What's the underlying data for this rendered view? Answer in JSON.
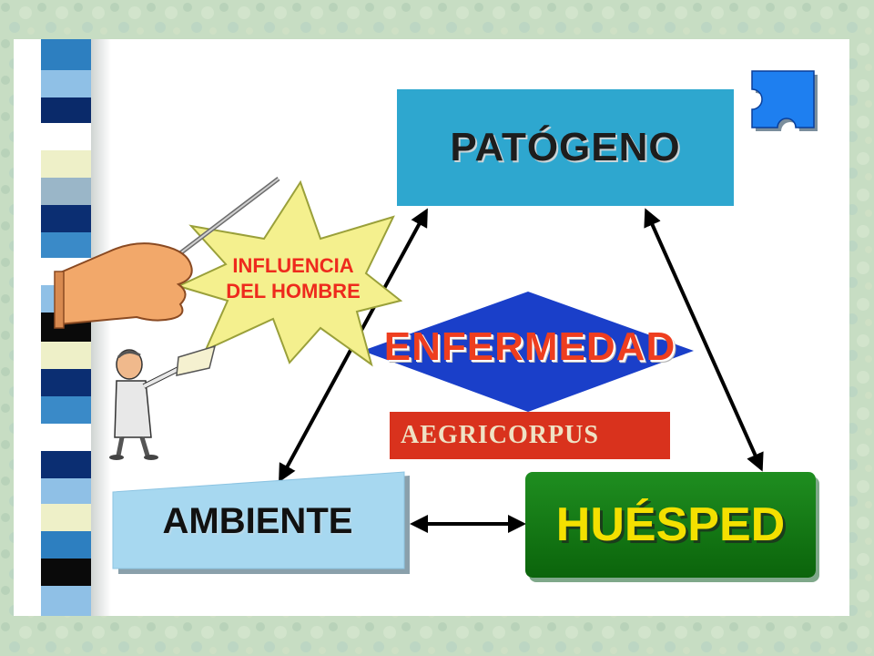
{
  "diagram": {
    "top_node": "PATÓGENO",
    "left_node": "AMBIENTE",
    "right_node": "HUÉSPED",
    "center_label": "ENFERMEDAD",
    "caption": "AEGRICORPUS",
    "callout": {
      "line1": "INFLUENCIA",
      "line2": "DEL HOMBRE"
    }
  },
  "icons": {
    "puzzle": "puzzle-piece-icon",
    "hand": "hand-with-pointer-icon",
    "person": "man-holding-paper-icon"
  },
  "colors": {
    "patogeno_box": "#2ea7cf",
    "huesped_box": "#0b7a12",
    "huesped_text": "#f4e000",
    "diamond": "#1a3fc9",
    "enfermedad_text": "#ee3e1f",
    "caption_box": "#d9321d",
    "starburst": "#f4f08e",
    "ambiente_box": "#9dd1ec"
  }
}
